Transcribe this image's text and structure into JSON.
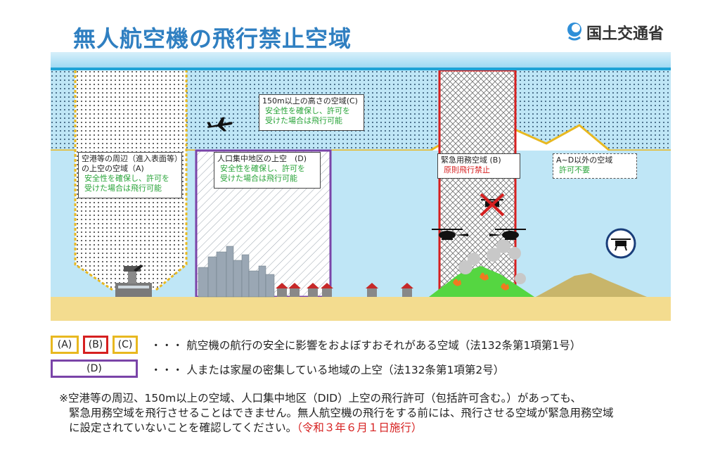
{
  "header": {
    "title": "無人航空機の飛行禁止空域",
    "ministry": "国土交通省"
  },
  "zones": {
    "a": {
      "title": "空港等の周辺（進入表面等）の上空の空域（A)",
      "line1": "安全性を確保し、許可を",
      "line2": "受けた場合は飛行可能"
    },
    "c": {
      "title": "150m以上の高さの空域(C)",
      "line1": "安全性を確保し、許可を",
      "line2": "受けた場合は飛行可能"
    },
    "d": {
      "title": "人口集中地区の上空　(D)",
      "line1": "安全性を確保し、許可を",
      "line2": "受けた場合は飛行可能"
    },
    "b": {
      "title": "緊急用務空域 (B)",
      "line1": "原則飛行禁止"
    },
    "other": {
      "title": "A~D以外の空域",
      "line1": "許可不要"
    }
  },
  "legend": {
    "row1_boxes": [
      "(A)",
      "(B)",
      "(C)"
    ],
    "row1_text": "・・・ 航空機の航行の安全に影響をおよぼすおそれがある空域（法132条第1項第1号）",
    "row2_box": "(D)",
    "row2_text": "・・・ 人または家屋の密集している地域の上空（法132条第1項第2号）"
  },
  "note": {
    "line1": "※空港等の周辺、150m以上の空域、人口集中地区（DID）上空の飛行許可（包括許可含む。）があっても、",
    "line2": "緊急用務空域を飛行させることはできません。無人航空機の飛行をする前には、飛行させる空域が緊急用務空域",
    "line3": "に設定されていないことを確認してください。",
    "effective": "（令和３年６月１日施行）"
  },
  "colors": {
    "title_blue": "#2f7fc1",
    "sky": "#bfe6f6",
    "ground": "#f3dc8f",
    "zone_yellow": "#e8b820",
    "zone_red": "#d62020",
    "zone_purple": "#7a44a8",
    "green_text": "#2aa43a"
  },
  "icons": [
    "ministry-logo-icon",
    "airplane-icon",
    "helicopter-icon",
    "drone-icon",
    "no-drone-icon",
    "fire-icon",
    "airport-tower-icon"
  ]
}
